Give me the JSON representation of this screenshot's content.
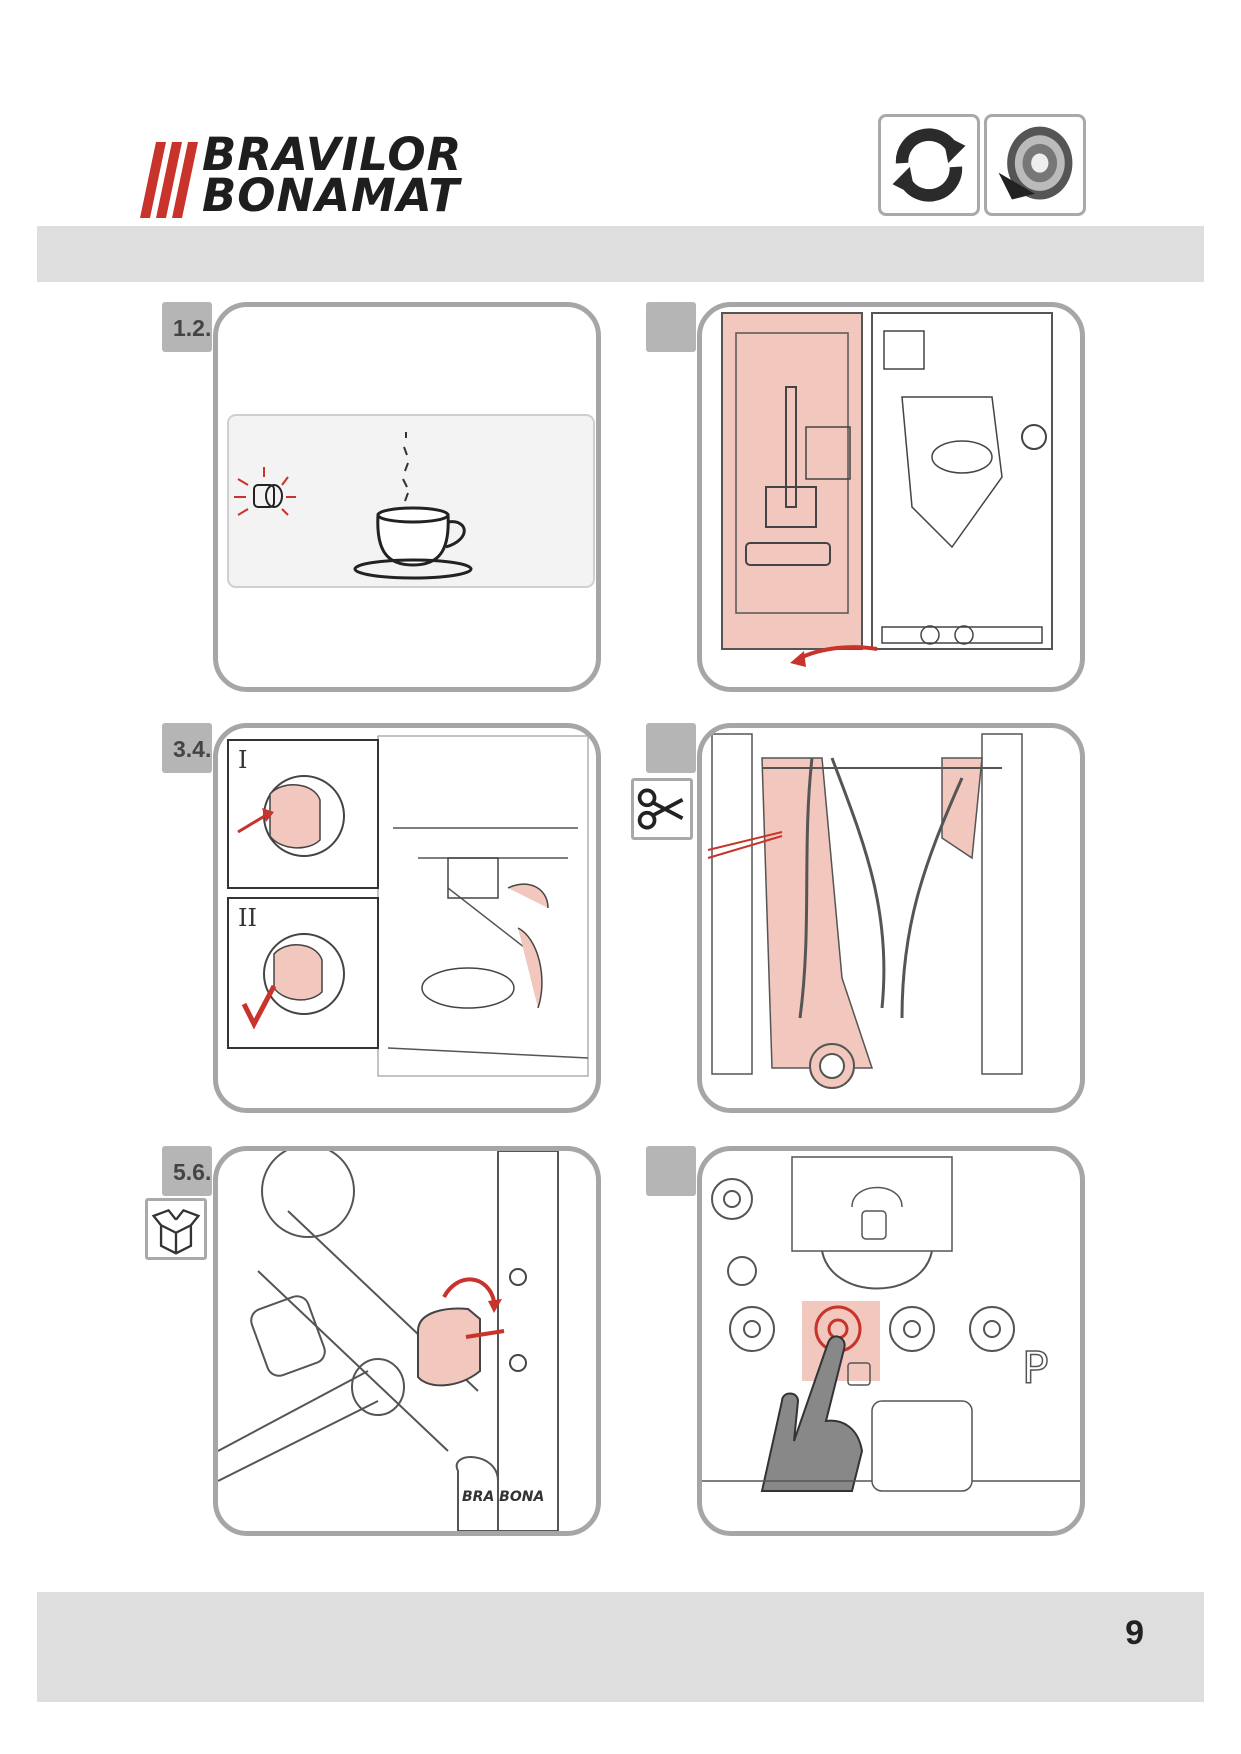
{
  "brand": {
    "line1": "BRAVILOR",
    "line2": "BONAMAT",
    "accent_color": "#c8332b"
  },
  "header_icons": [
    "rotate-arrows-icon",
    "filter-paper-roll-icon"
  ],
  "steps": [
    {
      "label": "1.2."
    },
    {
      "label": ""
    },
    {
      "label": "3.4."
    },
    {
      "label": ""
    },
    {
      "label": "5.6."
    },
    {
      "label": ""
    }
  ],
  "step3_substeps": [
    "I",
    "II"
  ],
  "step6_button_letter": "P",
  "step5_logo_text": "BRA BONA",
  "side_icons": [
    "scissors-icon",
    "open-box-icon"
  ],
  "highlight_color": "#f2c7bd",
  "footer": {
    "page_number": "9"
  }
}
